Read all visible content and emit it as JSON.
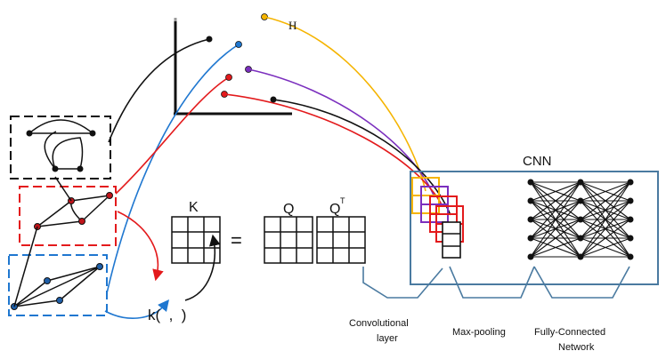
{
  "labels": {
    "h": "H",
    "k": "K",
    "q": "Q",
    "qt": "Q",
    "qt_sup": "T",
    "equals": "=",
    "kernel_fn": "k(  ,  )",
    "cnn": "CNN",
    "conv_line1": "Convolutional",
    "conv_line2": "layer",
    "maxpool": "Max-pooling",
    "fc_line1": "Fully-Connected",
    "fc_line2": "Network"
  },
  "colors": {
    "black": "#111111",
    "blue": "#1f77d0",
    "red": "#e31a1c",
    "purple": "#7b2fbe",
    "orange": "#f5b400",
    "steel": "#4a7aa0",
    "node_blue": "#1f5fa8",
    "node_red": "#c0141a"
  }
}
